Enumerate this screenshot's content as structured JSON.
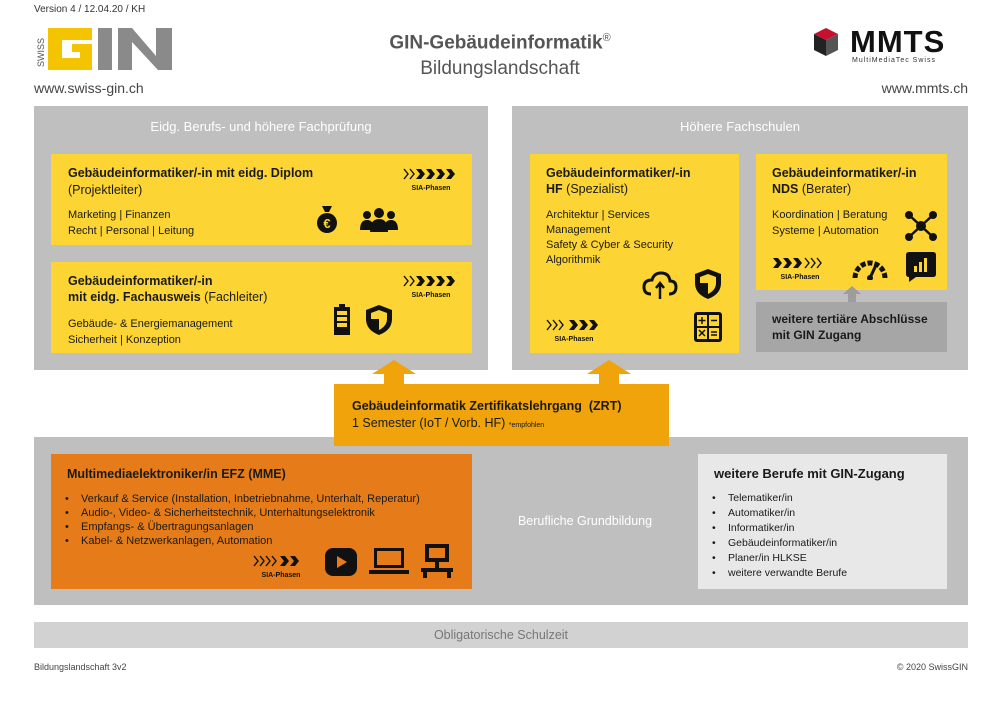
{
  "header": {
    "version": "Version 4 / 12.04.20 / KH",
    "title": "GIN-Gebäudeinformatik",
    "title_mark": "®",
    "subtitle": "Bildungslandschaft",
    "url_left": "www.swiss-gin.ch",
    "url_right": "www.mmts.ch",
    "logo_left_text": "GIN",
    "logo_left_side": "SWISS",
    "logo_right_text": "MMTS",
    "logo_right_sub": "MultiMediaTec Swiss"
  },
  "left_panel": {
    "heading": "Eidg. Berufs- und höhere Fachprüfung",
    "card1": {
      "title": "Gebäudeinformatiker/-in mit eidg. Diplom",
      "role": "(Projektleiter)",
      "line1": "Marketing | Finanzen",
      "line2": "Recht | Personal | Leitung",
      "sia": "SIA-Phasen"
    },
    "card2": {
      "title1": "Gebäudeinformatiker/-in",
      "title2": "mit eidg. Fachausweis",
      "role": "(Fachleiter)",
      "line1": "Gebäude- & Energiemanagement",
      "line2": "Sicherheit | Konzeption",
      "sia": "SIA-Phasen"
    }
  },
  "right_panel": {
    "heading": "Höhere Fachschulen",
    "card_hf": {
      "title1": "Gebäudeinformatiker/-in",
      "title2": "HF",
      "role": "(Spezialist)",
      "line1": "Architektur | Services",
      "line2": "Management",
      "line3": "Safety & Cyber & Security",
      "line4": "Algorithmik",
      "sia": "SIA-Phasen"
    },
    "card_nds": {
      "title1": "Gebäudeinformatiker/-in",
      "title2": "NDS",
      "role": "(Berater)",
      "line1": "Koordination | Beratung",
      "line2": "Systeme | Automation",
      "sia": "SIA-Phasen"
    },
    "tertiary": {
      "line1": "weitere tertiäre Abschlüsse",
      "line2": "mit GIN Zugang"
    }
  },
  "zrt": {
    "title": "Gebäudeinformatik Zertifikatslehrgang",
    "abbr": "(ZRT)",
    "line2": "1 Semester (IoT / Vorb. HF)",
    "note": "*empfohlen"
  },
  "basic": {
    "center_label": "Berufliche Grundbildung",
    "mme": {
      "title": "Multimediaelektroniker/in EFZ (MME)",
      "items": [
        "Verkauf & Service (Installation, Inbetriebnahme, Unterhalt, Reperatur)",
        "Audio-, Video- & Sicherheitstechnik, Unterhaltungselektronik",
        "Empfangs- & Übertragungsanlagen",
        "Kabel- & Netzwerkanlagen, Automation"
      ],
      "sia": "SIA-Phasen"
    },
    "other": {
      "title": "weitere Berufe mit GIN-Zugang",
      "items": [
        "Telematiker/in",
        "Automatiker/in",
        "Informatiker/in",
        "Gebäudeinformatiker/in",
        "Planer/in HLKSE",
        "weitere verwandte Berufe"
      ]
    }
  },
  "footer": {
    "school": "Obligatorische Schulzeit",
    "left": "Bildungslandschaft 3v2",
    "right": "© 2020 SwissGIN"
  },
  "colors": {
    "grey_panel": "#bfbfbf",
    "yellow": "#fcd535",
    "orange": "#f0a30a",
    "orange_dark": "#e57c19",
    "logo_gin": "#8a8a8a",
    "logo_gin_accent": "#f5c400",
    "mmts_red": "#c8102e"
  },
  "icons": [
    "money-bag-icon",
    "team-icon",
    "battery-icon",
    "shield-icon",
    "cloud-sync-icon",
    "calculator-icon",
    "network-icon",
    "gauge-icon",
    "chart-icon",
    "play-icon",
    "laptop-icon",
    "network-switch-icon"
  ]
}
